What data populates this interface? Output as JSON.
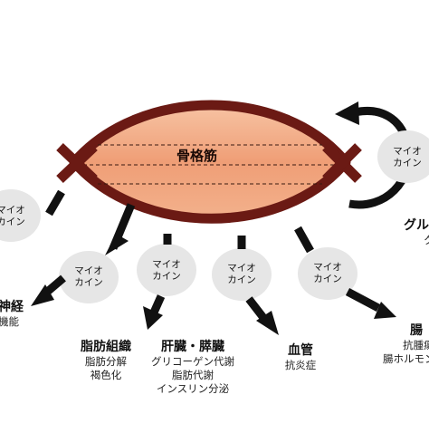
{
  "muscle": {
    "name": "骨格筋"
  },
  "myokine": {
    "line1": "マイオ",
    "line2": "カイン"
  },
  "targets": [
    {
      "title": "神経",
      "functions": [
        "機能"
      ]
    },
    {
      "title": "脂肪組織",
      "functions": [
        "脂肪分解",
        "褐色化"
      ]
    },
    {
      "title": "肝臓・膵臓",
      "functions": [
        "グリコーゲン代謝",
        "脂肪代謝",
        "インスリン分泌"
      ]
    },
    {
      "title": "血管",
      "functions": [
        "抗炎症"
      ]
    },
    {
      "title": "腸",
      "functions": [
        "抗腫瘍",
        "腸ホルモン"
      ]
    },
    {
      "title": "グル",
      "functions": [
        "ク"
      ]
    }
  ],
  "colors": {
    "muscle_outline": "#6b1a14",
    "muscle_fill": "#efa078",
    "muscle_fill_light": "#f7c3a3",
    "myokine_circle": "#e6e6e6",
    "arrow": "#111111"
  }
}
